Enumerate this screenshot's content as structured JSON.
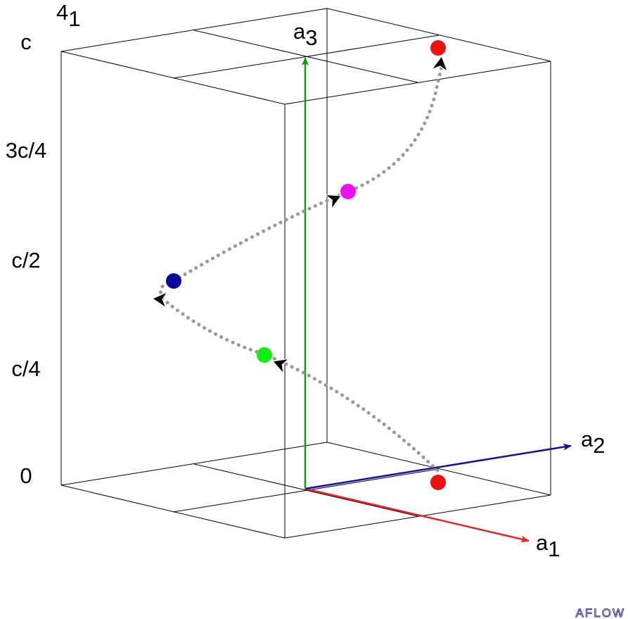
{
  "title": {
    "main": "4",
    "sub": "1"
  },
  "height_labels": [
    "c",
    "3c/4",
    "c/2",
    "c/4",
    "0"
  ],
  "axes": [
    {
      "id": "a1",
      "main": "a",
      "sub": "1",
      "color": "#ee2222"
    },
    {
      "id": "a2",
      "main": "a",
      "sub": "2",
      "color": "#111199"
    },
    {
      "id": "a3",
      "main": "a",
      "sub": "3",
      "color": "#119911"
    }
  ],
  "atoms": [
    {
      "name": "atom-red-bottom",
      "height": "0",
      "color": "#ee1111"
    },
    {
      "name": "atom-green",
      "height": "c/4",
      "color": "#11ee11"
    },
    {
      "name": "atom-blue",
      "height": "c/2",
      "color": "#0a0aa0"
    },
    {
      "name": "atom-magenta",
      "height": "3c/4",
      "color": "#ee11ee"
    },
    {
      "name": "atom-red-top",
      "height": "c",
      "color": "#ee1111"
    }
  ],
  "path_color": "#999999",
  "logo": "AFLOW"
}
